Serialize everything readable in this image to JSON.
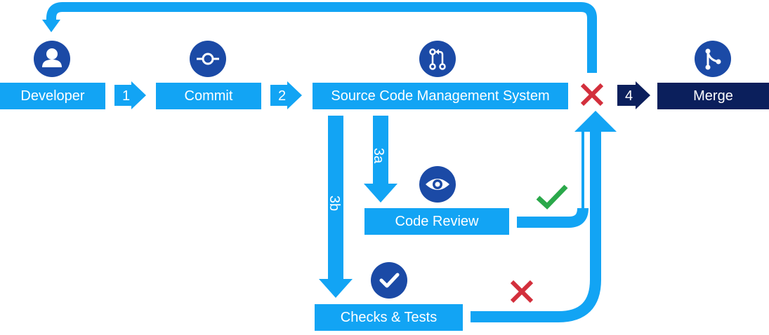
{
  "nodes": {
    "developer": "Developer",
    "commit": "Commit",
    "scm": "Source Code Management System",
    "code_review": "Code Review",
    "checks_tests": "Checks & Tests",
    "merge": "Merge"
  },
  "steps": {
    "s1": "1",
    "s2": "2",
    "s3a": "3a",
    "s3b": "3b",
    "s4": "4"
  },
  "icons": {
    "developer": "person-icon",
    "commit": "commit-icon",
    "scm": "pull-request-icon",
    "code_review": "eye-icon",
    "checks_tests": "checkmark-icon",
    "merge": "merge-icon",
    "reject_top": "red-x-icon",
    "approve_review": "green-check-icon",
    "reject_tests": "red-x-icon"
  },
  "colors": {
    "flow_blue": "#12a4f4",
    "navy": "#0b1f5c",
    "icon_blue": "#1b4aa6",
    "reject_red": "#d32f3c",
    "approve_green": "#2aa84a"
  }
}
